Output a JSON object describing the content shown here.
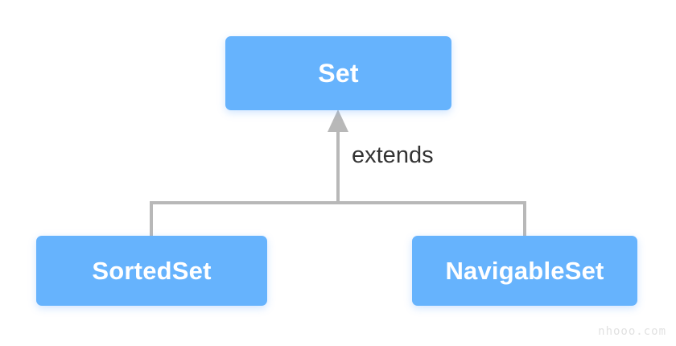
{
  "diagram": {
    "type": "class-hierarchy",
    "background_color": "#ffffff",
    "node_fill_color": "#66b3fd",
    "node_text_color": "#ffffff",
    "edge_color": "#b8b8b8",
    "edge_label_color": "#333333",
    "nodes": [
      {
        "id": "set",
        "label": "Set",
        "role": "parent-interface"
      },
      {
        "id": "sortedset",
        "label": "SortedSet",
        "role": "child-interface"
      },
      {
        "id": "navigableset",
        "label": "NavigableSet",
        "role": "child-interface"
      }
    ],
    "edges": [
      {
        "from": "sortedset",
        "to": "set",
        "label": "extends",
        "arrow": "triangle-up"
      },
      {
        "from": "navigableset",
        "to": "set",
        "label": "extends",
        "arrow": "triangle-up"
      }
    ],
    "edge_label": "extends"
  },
  "watermark": {
    "text": "nhooo.com"
  }
}
